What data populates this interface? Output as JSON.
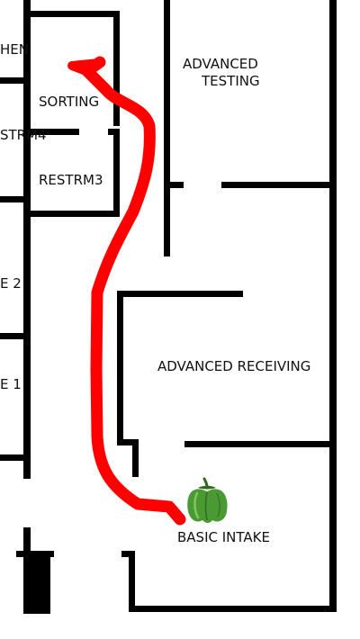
{
  "rooms": {
    "partial_top": "HEN",
    "sorting": "SORTING",
    "partial_restroom": "STRM4",
    "restrm3": "RESTRM3",
    "partial_office2": "E 2",
    "partial_office1": "E 1",
    "advanced_testing_line1": "ADVANCED",
    "advanced_testing_line2": "TESTING",
    "advanced_receiving": "ADVANCED RECEIVING",
    "basic_intake": "BASIC INTAKE"
  },
  "colors": {
    "wall": "#000000",
    "route": "#ff0000",
    "pepper_body": "#4a9a34",
    "pepper_stem": "#2f6b1f"
  },
  "icons": {
    "location_marker": "green-pepper-icon"
  }
}
